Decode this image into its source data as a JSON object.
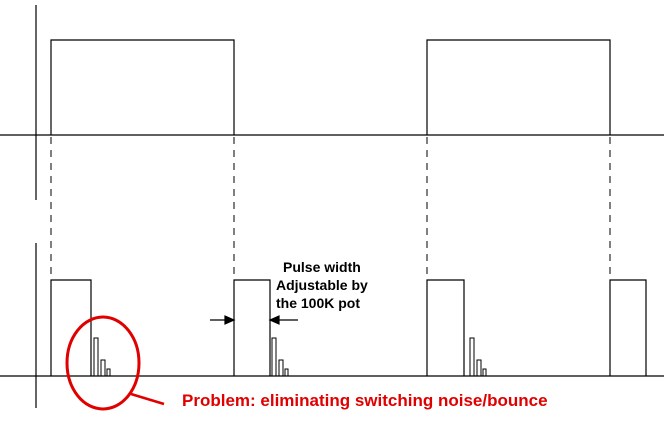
{
  "annotation": {
    "line1": "Pulse width",
    "line2": "Adjustable by",
    "line3": "the 100K pot"
  },
  "problem": {
    "label": "Problem: eliminating switching noise/bounce"
  },
  "colors": {
    "line": "#000000",
    "highlight": "#e00000",
    "background": "#ffffff"
  }
}
